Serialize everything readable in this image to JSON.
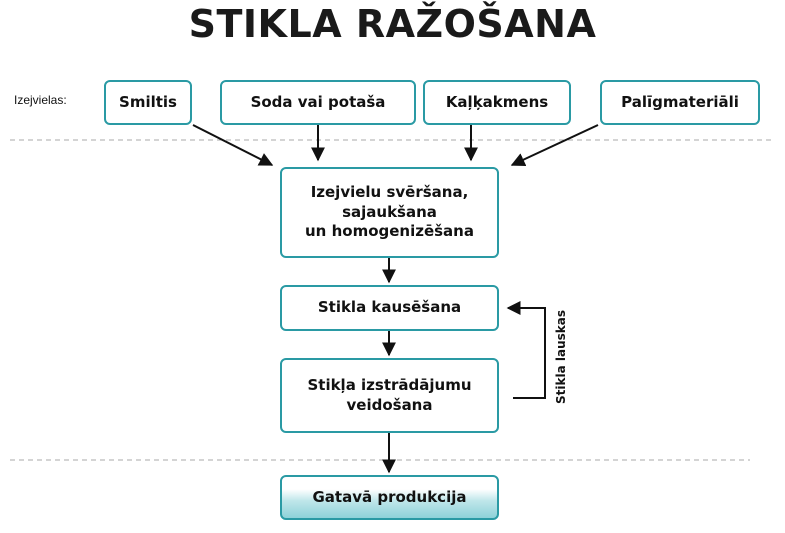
{
  "title": "STIKLA RAŽOŠANA",
  "raw_label": "Izejvielas:",
  "raw_materials": [
    "Smiltis",
    "Soda vai potaša",
    "Kaļķakmens",
    "Palīgmateriāli"
  ],
  "steps": {
    "mixing": [
      "Izejvielu svēršana,",
      "sajaukšana",
      "un homogenizēšana"
    ],
    "melting": "Stikla kausēšana",
    "forming": [
      "Stikļa izstrādājumu",
      "veidošana"
    ],
    "final": "Gatavā produkcija"
  },
  "loop_label": "Stikla lauskas",
  "colors": {
    "box_border": "#2a9aa4",
    "final_fill": "#8ed2d9",
    "text": "#111111"
  }
}
